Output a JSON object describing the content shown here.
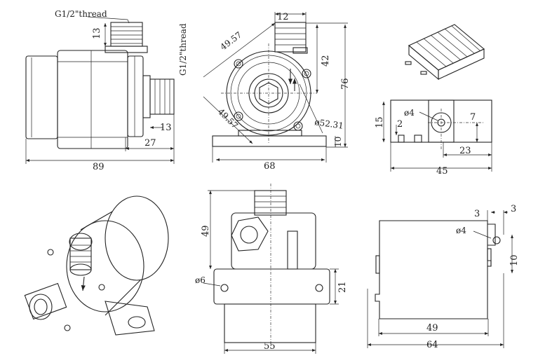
{
  "labels": {
    "thread_top": "G1/2\"thread",
    "thread_side": "G1/2\"thread"
  },
  "side_view": {
    "d_13_top": "13",
    "d_13_side": "13",
    "d_27": "27",
    "d_89": "89"
  },
  "front_view": {
    "d_12": "12",
    "d_42": "42",
    "d_76": "76",
    "d_49_57_upper": "49.57",
    "d_49_57_lower": "49.57",
    "d_phi52_31": "ø52.31",
    "d_10": "10",
    "d_68": "68"
  },
  "small_bracket": {
    "d_15": "15",
    "d_phi4": "ø4",
    "d_2": "2",
    "d_7": "7",
    "d_23": "23",
    "d_45": "45"
  },
  "rear_view": {
    "d_49": "49",
    "d_phi6": "ø6",
    "d_21": "21",
    "d_55": "55"
  },
  "large_bracket": {
    "d_3_left": "3",
    "d_3_right": "3",
    "d_phi4": "ø4",
    "d_10": "10",
    "d_49": "49",
    "d_64": "64"
  }
}
